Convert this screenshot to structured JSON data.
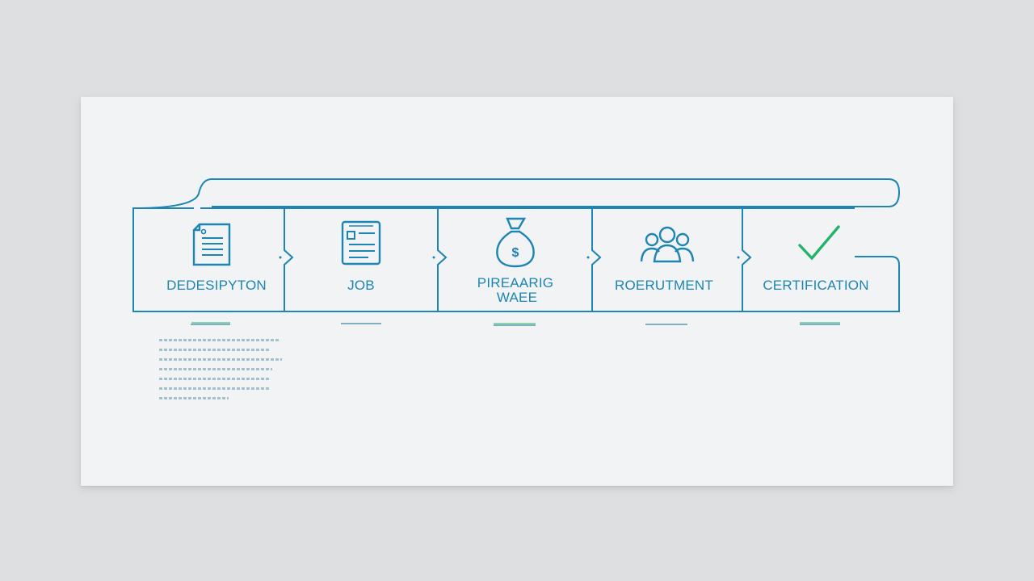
{
  "steps": [
    {
      "id": "description",
      "icon": "document-icon",
      "lines": [
        "DEDESIPYTON"
      ]
    },
    {
      "id": "job",
      "icon": "form-document-icon",
      "lines": [
        "JOB"
      ]
    },
    {
      "id": "wage",
      "icon": "money-bag-icon",
      "lines": [
        "PIREAARIG",
        "WAEE"
      ]
    },
    {
      "id": "recruitment",
      "icon": "group-people-icon",
      "lines": [
        "ROERUTMENT"
      ]
    },
    {
      "id": "certification",
      "icon": "checkmark-icon",
      "lines": [
        "CERTIFICATION"
      ]
    }
  ],
  "colors": {
    "background": "#dedfe1",
    "card": "#f2f3f4",
    "accent_blue": "#1c85b3",
    "accent_green": "#22b36a"
  }
}
